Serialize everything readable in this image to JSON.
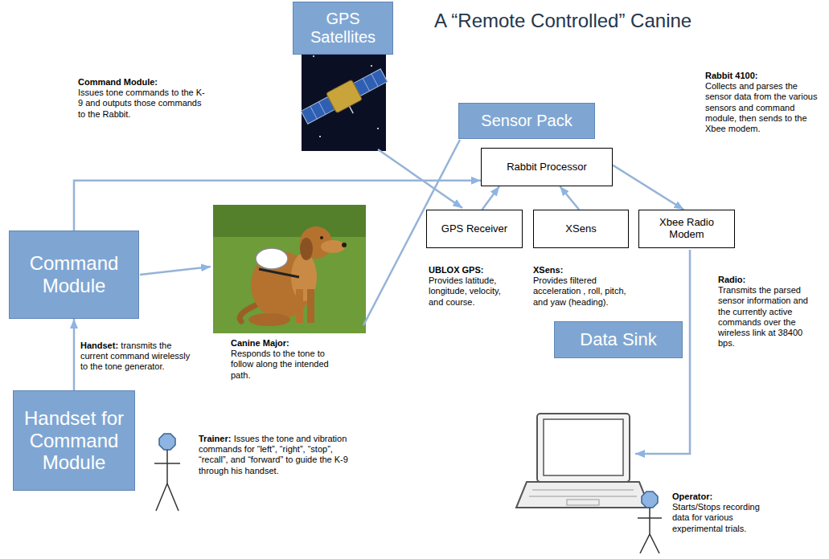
{
  "diagram": {
    "title": "A “Remote Controlled” Canine",
    "nodes": [
      {
        "text": [
          "GPS Satellites"
        ]
      },
      {
        "text": [
          "Sensor Pack"
        ]
      },
      {
        "text": [
          "Rabbit Processor"
        ]
      },
      {
        "text": [
          "GPS Receiver"
        ]
      },
      {
        "text": [
          "XSens"
        ]
      },
      {
        "text": [
          "Xbee Radio Modem"
        ]
      },
      {
        "text": [
          "Command Module"
        ]
      },
      {
        "text": [
          "Data Sink"
        ]
      },
      {
        "text": [
          "Handset for Command Module"
        ]
      }
    ],
    "edges": [
      {
        "from": 8,
        "to": 6,
        "arrow": "to"
      },
      {
        "from": 6,
        "to": 2,
        "arrow": "to"
      },
      {
        "from": 3,
        "to": 2,
        "arrow": "to"
      },
      {
        "from": 4,
        "to": 2,
        "arrow": "to"
      },
      {
        "from": 2,
        "to": 5,
        "arrow": "to"
      }
    ],
    "labels": [
      "Command Module:",
      "Issues tone commands to the K-9 and outputs those commands to the Rabbit.",
      "Rabbit 4100:",
      "Collects and parses the sensor data from the various sensors and command module, then sends to the Xbee modem.",
      "UBLOX GPS:",
      "Provides latitude, longitude, velocity, and course.",
      "XSens:",
      "Provides filtered acceleration , roll, pitch, and yaw (heading).",
      "Radio:",
      "Transmits the parsed sensor information and the currently active commands over the wireless link at 38400 bps.",
      "Handset:",
      "transmits the current command wirelessly to the tone generator.",
      "Canine Major:",
      "Responds to the tone to follow along the intended path.",
      "Trainer:",
      "Issues the tone and vibration commands for “left”, “right”, “stop”, “recall”, and “forward” to guide the K-9 through his handset.",
      "Operator:",
      "Starts/Stops recording data for various experimental trials."
    ]
  }
}
